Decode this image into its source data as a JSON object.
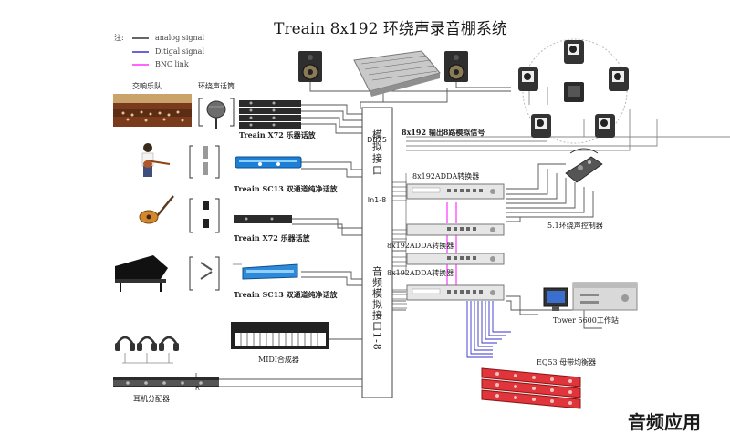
{
  "title": "Treain 8x192 环绕声录音棚系统",
  "legend": {
    "prefix": "注:",
    "items": [
      {
        "label": "analog signal",
        "color": "#333333"
      },
      {
        "label": "Ditigal signal",
        "color": "#3333cc"
      },
      {
        "label": "BNC link",
        "color": "#ff33ff"
      }
    ]
  },
  "labels": {
    "orchestra": "交响乐队",
    "surround_mic": "环绕声话筒",
    "x72_top": "Treain X72 乐器话放",
    "sc13_top": "Treain SC13 双通道纯净话放",
    "x72_mid": "Treain X72 乐器话放",
    "sc13_bottom": "Treain SC13 双通道纯净话放",
    "midi": "MIDI合成器",
    "headphone_dist": "耳机分配器",
    "db25": "DB25",
    "analog_in": "模拟接口",
    "in_range": "In1-8",
    "audio_analog": "音频模拟接口1-8",
    "output_8ch": "8x192 输出8路模拟信号",
    "adda1": "8x192ADDA转换器",
    "adda2": "8x192ADDA转换器",
    "adda3": "8x192ADDA转换器",
    "surround_ctrl": "5.1环绕声控制器",
    "tower": "Tower 5600工作站",
    "eq53": "EQ53 母带均衡器",
    "L": "L",
    "R": "R"
  },
  "corner": "音频应用",
  "colors": {
    "analog": "#333333",
    "digital": "#3333cc",
    "bnc": "#ff33ff",
    "eq_red": "#e0353a"
  }
}
